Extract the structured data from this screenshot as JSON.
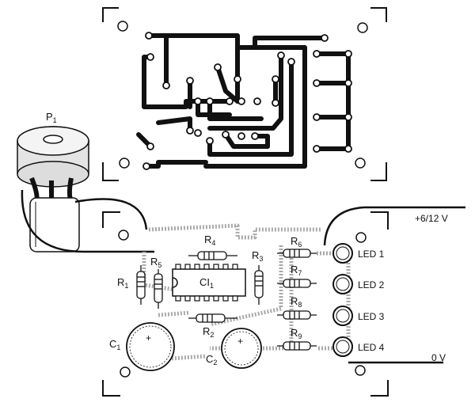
{
  "labels": {
    "p1": {
      "main": "P",
      "sub": "1"
    },
    "supply": "+6/12 V",
    "ground": "0 V",
    "ci1": {
      "main": "CI",
      "sub": "1"
    },
    "r1": {
      "main": "R",
      "sub": "1"
    },
    "r2": {
      "main": "R",
      "sub": "2"
    },
    "r3": {
      "main": "R",
      "sub": "3"
    },
    "r4": {
      "main": "R",
      "sub": "4"
    },
    "r5": {
      "main": "R",
      "sub": "5"
    },
    "r6": {
      "main": "R",
      "sub": "6"
    },
    "r7": {
      "main": "R",
      "sub": "7"
    },
    "r8": {
      "main": "R",
      "sub": "8"
    },
    "r9": {
      "main": "R",
      "sub": "9"
    },
    "c1": {
      "main": "C",
      "sub": "1"
    },
    "c2": {
      "main": "C",
      "sub": "2"
    },
    "leds": [
      "LED 1",
      "LED 2",
      "LED 3",
      "LED 4"
    ],
    "plus": "+"
  }
}
